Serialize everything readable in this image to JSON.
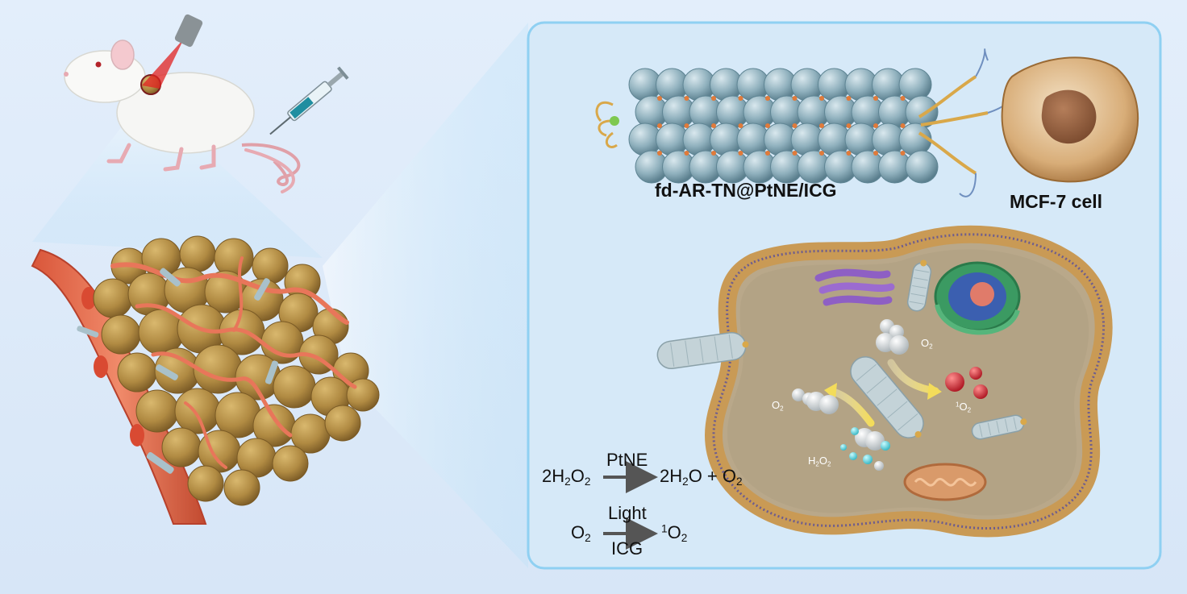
{
  "labels": {
    "nanoparticle": "fd-AR-TN@PtNE/ICG",
    "cell": "MCF-7 cell"
  },
  "cell_interior": {
    "o2_top": {
      "base": "O",
      "sub": "2"
    },
    "o2_left": {
      "base": "O",
      "sub": "2"
    },
    "singlet": {
      "sup": "1",
      "base": "O",
      "sub": "2"
    },
    "h2o2": {
      "b1": "H",
      "s1": "2",
      "b2": "O",
      "s2": "2"
    }
  },
  "equations": {
    "reaction1": {
      "left": {
        "coef": "2H",
        "s1": "2",
        "b2": "O",
        "s2": "2"
      },
      "arrow_label_top": "PtNE",
      "right": {
        "coef": "2H",
        "s1": "2",
        "b2": "O + O",
        "s2": "2"
      }
    },
    "reaction2": {
      "left": {
        "base": "O",
        "sub": "2"
      },
      "arrow_label_top": "Light",
      "arrow_label_bottom": "ICG",
      "right": {
        "sup": "1",
        "base": "O",
        "sub": "2"
      }
    }
  },
  "colors": {
    "background": "#dce9f8",
    "panel_border": "#8fd0f2",
    "tumor": "#b8934a",
    "vessel": "#e8765a",
    "nanotube": "#9fb8c2",
    "cell_membrane": "#c99a55",
    "arrow_yellow": "#f3e070"
  }
}
